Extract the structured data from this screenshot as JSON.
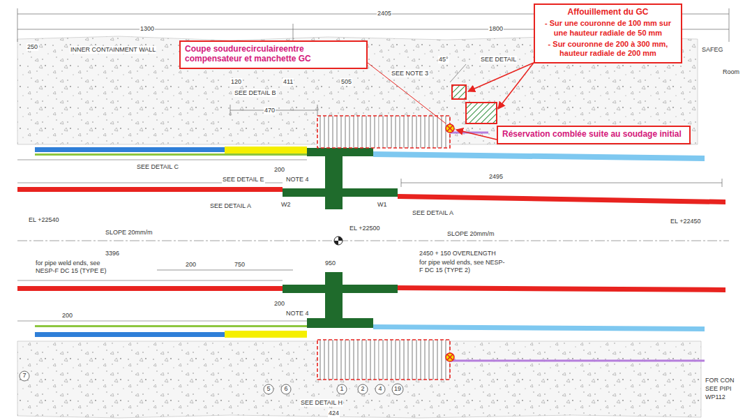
{
  "diagram": {
    "nodes": [
      {
        "text": [
          "Affouillement du GC",
          "- Sur une couronne de 100 mm sur une hauteur radiale de 50 mm",
          "- Sur couronne de 200 à 300 mm, hauteur radiale de 200 mm"
        ]
      },
      {
        "text": [
          "Coupe soudurecirculaireentre compensateur et manchette GC"
        ]
      },
      {
        "text": [
          "Réservation comblée suite au soudage initial"
        ]
      }
    ],
    "labels": [
      "2405",
      "1300",
      "1800",
      "250",
      "INNER CONTAINMENT WALL",
      "45°",
      "SEE DETAIL",
      "SEE NOTE 3",
      "SAFEG",
      "Room",
      "120",
      "411",
      "505",
      "SEE DETAIL B",
      "470",
      "SEE DETAIL C",
      "200",
      "NOTE 4",
      "SEE DETAIL E",
      "SEE DETAIL A",
      "W2",
      "W1",
      "SEE DETAIL A",
      "2495",
      "EL +22540",
      "EL +22500",
      "SLOPE 20mm/m",
      "SLOPE 20mm/m",
      "EL +22450",
      "3396",
      "950",
      "for pipe weld ends, see NESP-F DC 15 (TYPE E)",
      "200",
      "750",
      "2450 + 150 OVERLENGTH",
      "for pipe weld ends, see NESP-F DC 15 (TYPE 2)",
      "200",
      "NOTE 4",
      "200",
      "7",
      "5",
      "6",
      "1",
      "2",
      "4",
      "19",
      "SEE DETAIL H",
      "424",
      "FOR CON",
      "SEE PIPI",
      "WP112"
    ]
  }
}
